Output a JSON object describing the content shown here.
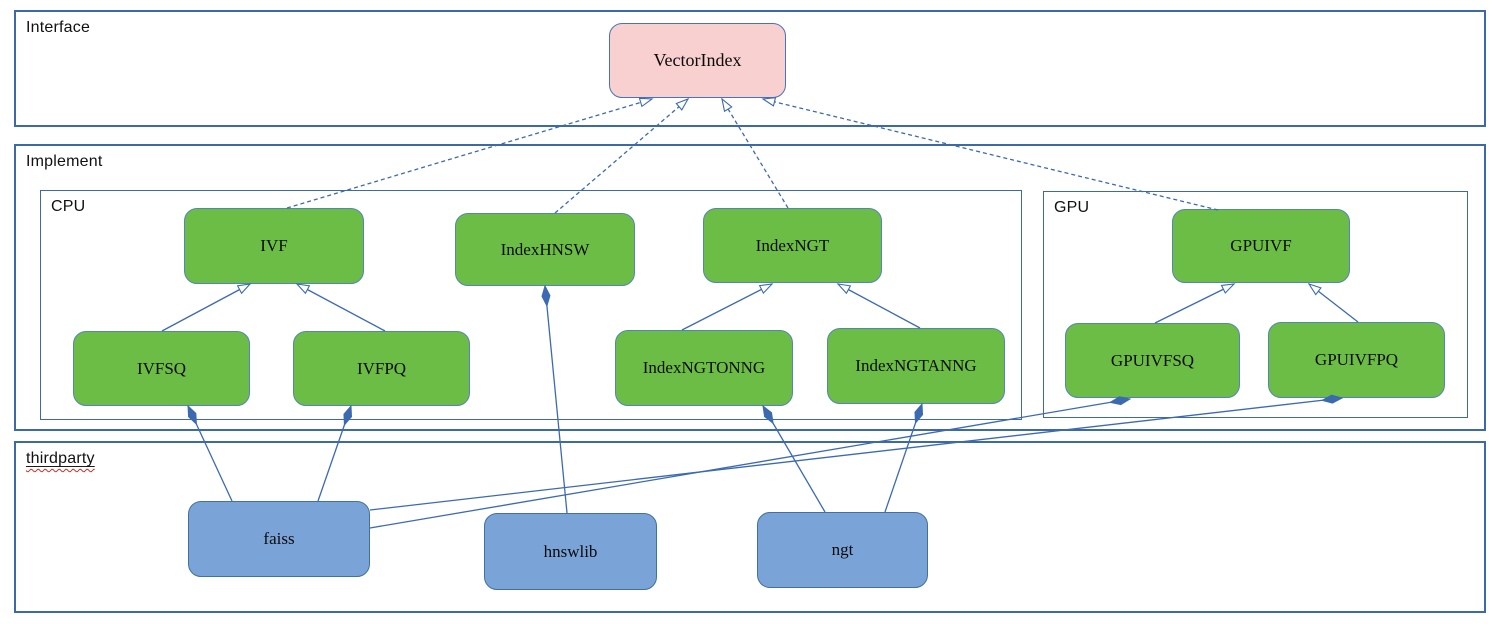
{
  "diagram": {
    "containers": [
      {
        "id": "interface",
        "label": "Interface"
      },
      {
        "id": "implement",
        "label": "Implement"
      },
      {
        "id": "cpu",
        "label": "CPU"
      },
      {
        "id": "gpu",
        "label": "GPU"
      },
      {
        "id": "thirdparty",
        "label": "thirdparty"
      }
    ],
    "nodes": [
      {
        "id": "vectorindex",
        "label": "VectorIndex",
        "kind": "interface",
        "container": "interface"
      },
      {
        "id": "ivf",
        "label": "IVF",
        "kind": "implementation",
        "container": "cpu"
      },
      {
        "id": "indexhnsw",
        "label": "IndexHNSW",
        "kind": "implementation",
        "container": "cpu"
      },
      {
        "id": "indexngt",
        "label": "IndexNGT",
        "kind": "implementation",
        "container": "cpu"
      },
      {
        "id": "ivfsq",
        "label": "IVFSQ",
        "kind": "implementation",
        "container": "cpu"
      },
      {
        "id": "ivfpq",
        "label": "IVFPQ",
        "kind": "implementation",
        "container": "cpu"
      },
      {
        "id": "indexngtonng",
        "label": "IndexNGTONNG",
        "kind": "implementation",
        "container": "cpu"
      },
      {
        "id": "indexngtanng",
        "label": "IndexNGTANNG",
        "kind": "implementation",
        "container": "cpu"
      },
      {
        "id": "gpuivf",
        "label": "GPUIVF",
        "kind": "implementation",
        "container": "gpu"
      },
      {
        "id": "gpuivfsq",
        "label": "GPUIVFSQ",
        "kind": "implementation",
        "container": "gpu"
      },
      {
        "id": "gpuivfpq",
        "label": "GPUIVFPQ",
        "kind": "implementation",
        "container": "gpu"
      },
      {
        "id": "faiss",
        "label": "faiss",
        "kind": "thirdparty",
        "container": "thirdparty"
      },
      {
        "id": "hnswlib",
        "label": "hnswlib",
        "kind": "thirdparty",
        "container": "thirdparty"
      },
      {
        "id": "ngt",
        "label": "ngt",
        "kind": "thirdparty",
        "container": "thirdparty"
      }
    ],
    "edges": [
      {
        "from": "ivf",
        "to": "vectorindex",
        "type": "realization"
      },
      {
        "from": "indexhnsw",
        "to": "vectorindex",
        "type": "realization"
      },
      {
        "from": "indexngt",
        "to": "vectorindex",
        "type": "realization"
      },
      {
        "from": "gpuivf",
        "to": "vectorindex",
        "type": "realization"
      },
      {
        "from": "ivfsq",
        "to": "ivf",
        "type": "generalization"
      },
      {
        "from": "ivfpq",
        "to": "ivf",
        "type": "generalization"
      },
      {
        "from": "indexngtonng",
        "to": "indexngt",
        "type": "generalization"
      },
      {
        "from": "indexngtanng",
        "to": "indexngt",
        "type": "generalization"
      },
      {
        "from": "gpuivfsq",
        "to": "gpuivf",
        "type": "generalization"
      },
      {
        "from": "gpuivfpq",
        "to": "gpuivf",
        "type": "generalization"
      },
      {
        "from": "faiss",
        "to": "ivfsq",
        "type": "composition"
      },
      {
        "from": "faiss",
        "to": "ivfpq",
        "type": "composition"
      },
      {
        "from": "hnswlib",
        "to": "indexhnsw",
        "type": "composition"
      },
      {
        "from": "ngt",
        "to": "indexngtonng",
        "type": "composition"
      },
      {
        "from": "ngt",
        "to": "indexngtanng",
        "type": "composition"
      },
      {
        "from": "faiss",
        "to": "gpuivfpq",
        "type": "composition"
      },
      {
        "from": "faiss",
        "to": "gpuivfsq",
        "type": "composition"
      }
    ],
    "colors": {
      "interface_fill": "#f8d0cf",
      "interface_border": "#4472c4",
      "implementation_fill": "#6cbd45",
      "implementation_border": "#5585b5",
      "thirdparty_fill": "#7aa3d8",
      "thirdparty_border": "#41719c",
      "connector": "#3c6ab0",
      "container_border": "#3c69a8",
      "spellcheck_underline": "#cc2a1e"
    }
  }
}
